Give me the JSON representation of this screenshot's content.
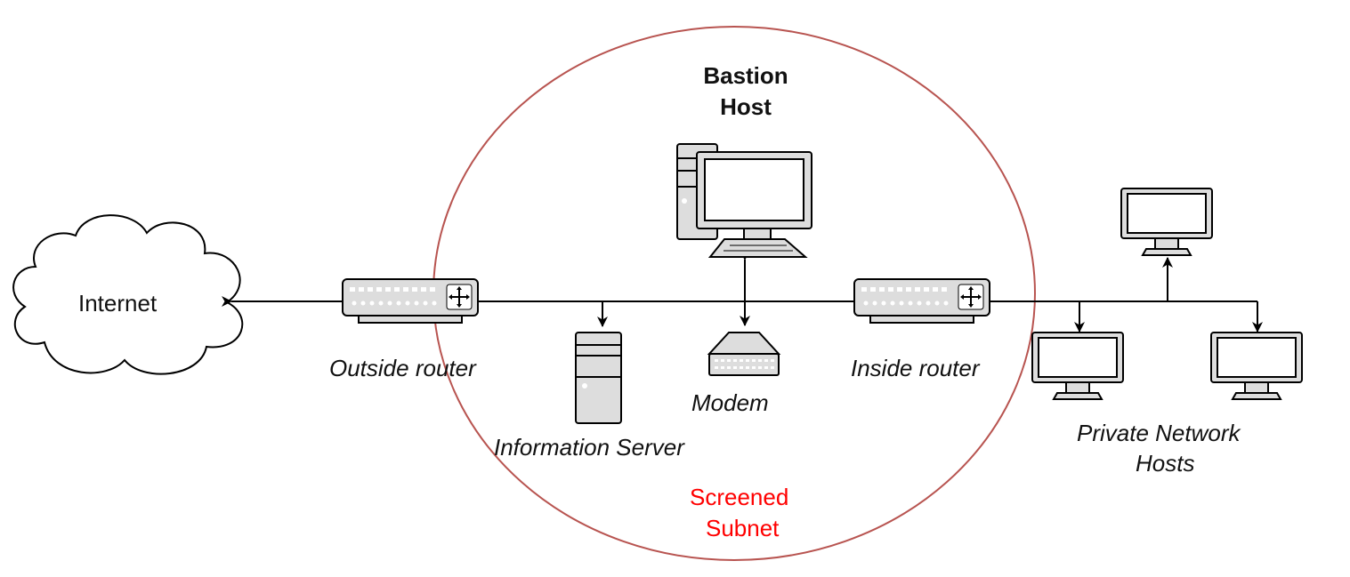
{
  "labels": {
    "internet": "Internet",
    "bastion_line1": "Bastion",
    "bastion_line2": "Host",
    "outside_router": "Outside router",
    "inside_router": "Inside router",
    "modem": "Modem",
    "info_server": "Information Server",
    "private_line1": "Private Network",
    "private_line2": "Hosts",
    "subnet_line1": "Screened",
    "subnet_line2": "Subnet"
  },
  "colors": {
    "subnet_circle": "#b85450",
    "subnet_text": "#ff0000",
    "device_fill": "#dddddd",
    "device_stroke": "#000000",
    "screen_fill": "#ffffff"
  }
}
